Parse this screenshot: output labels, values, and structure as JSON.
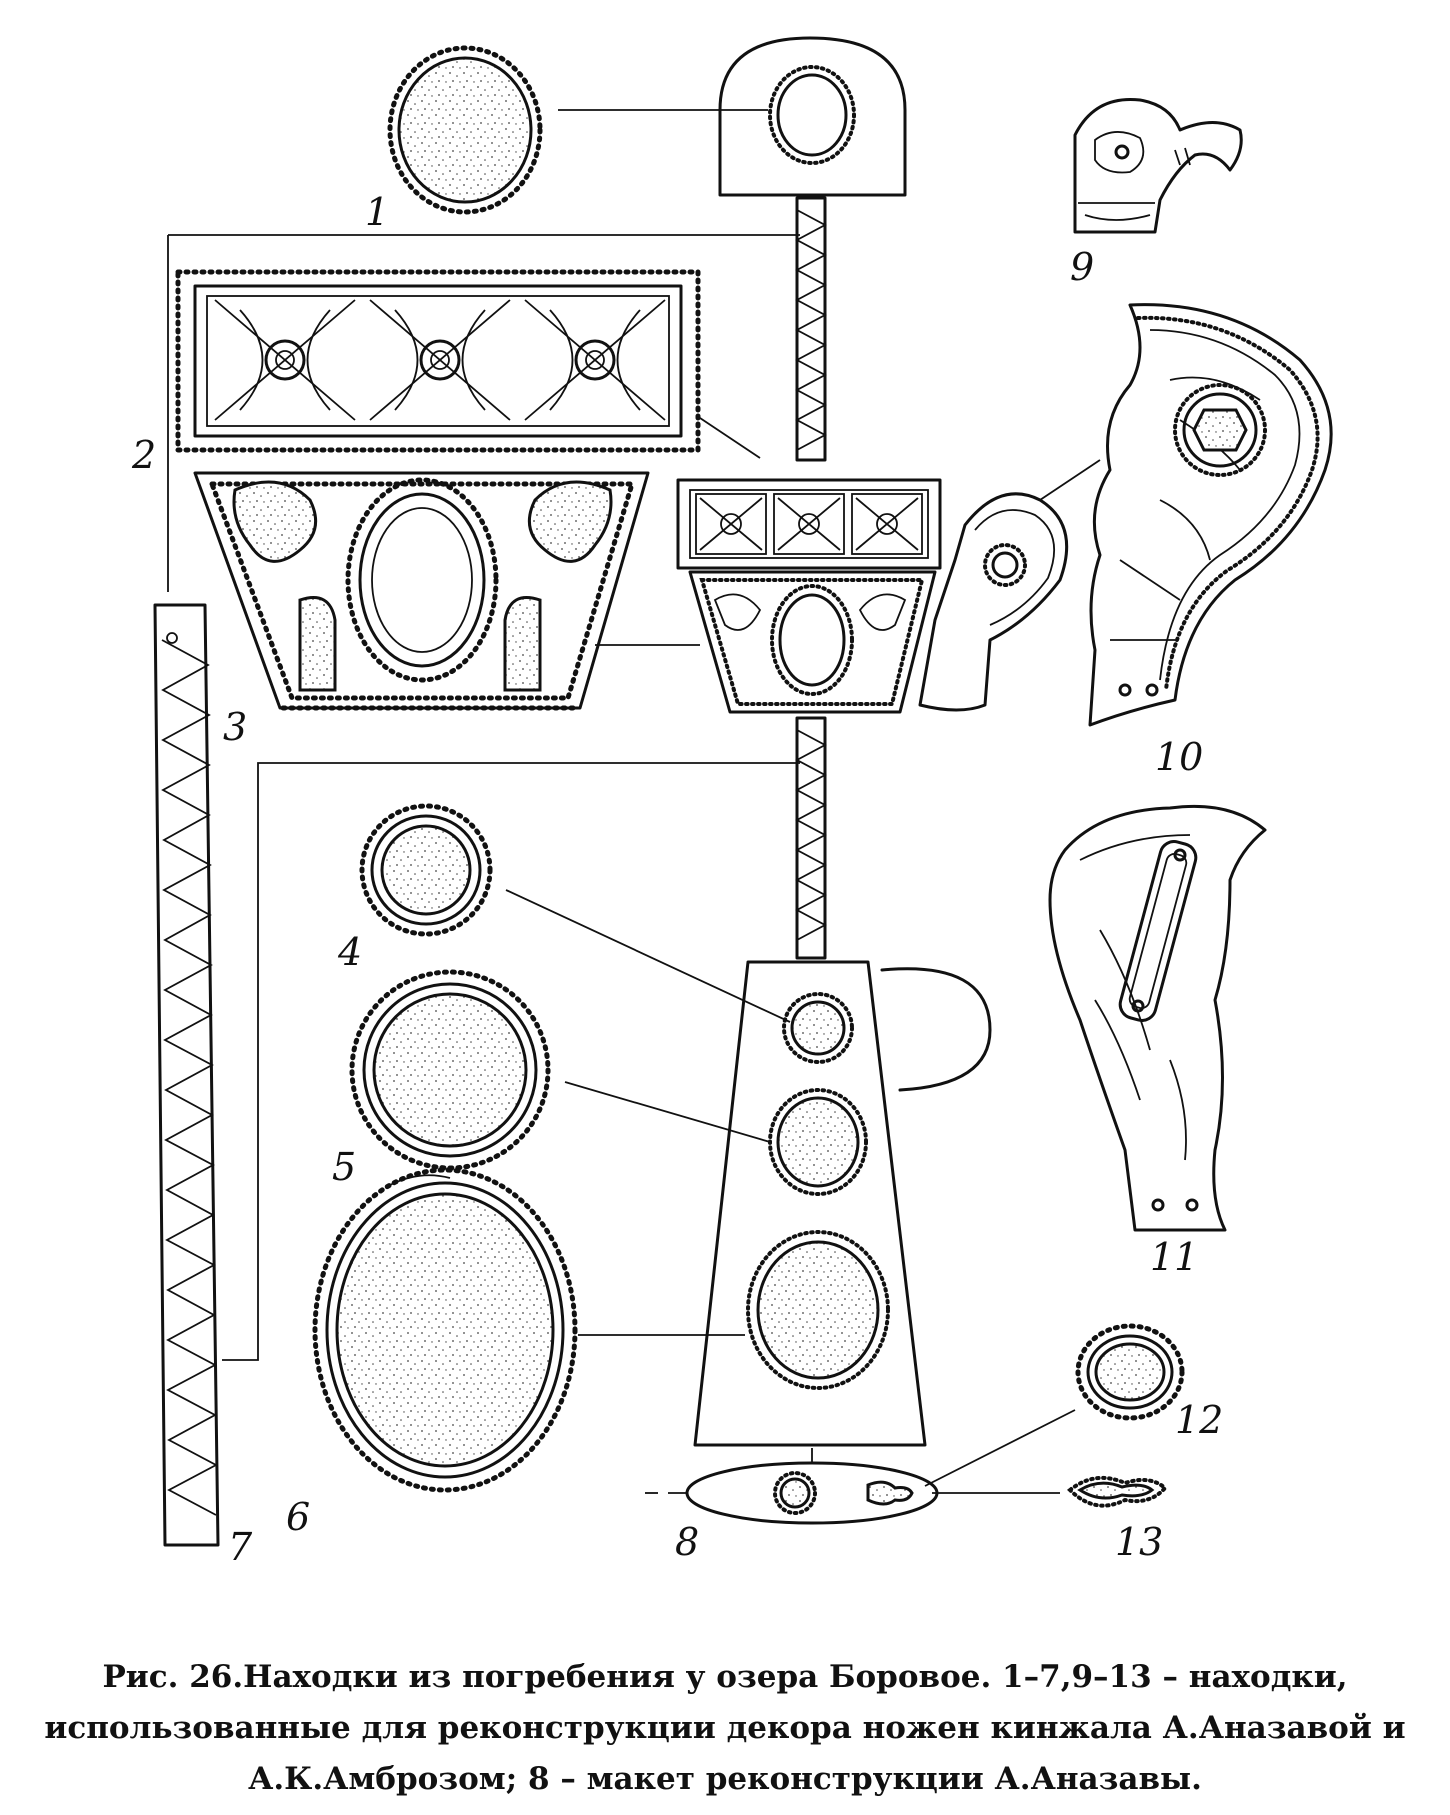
{
  "figure": {
    "item_labels": [
      "1",
      "2",
      "3",
      "4",
      "5",
      "6",
      "7",
      "8",
      "9",
      "10",
      "11",
      "12",
      "13"
    ]
  },
  "caption": {
    "label": "Рис. 26.",
    "text": "Находки из погребения у озера Боровое. 1–7,9–13 – находки, использованные для реконструкции декора ножен кинжала А.Аназавой и А.К.Амброзом; 8 – макет реконструкции А.Аназавы."
  }
}
